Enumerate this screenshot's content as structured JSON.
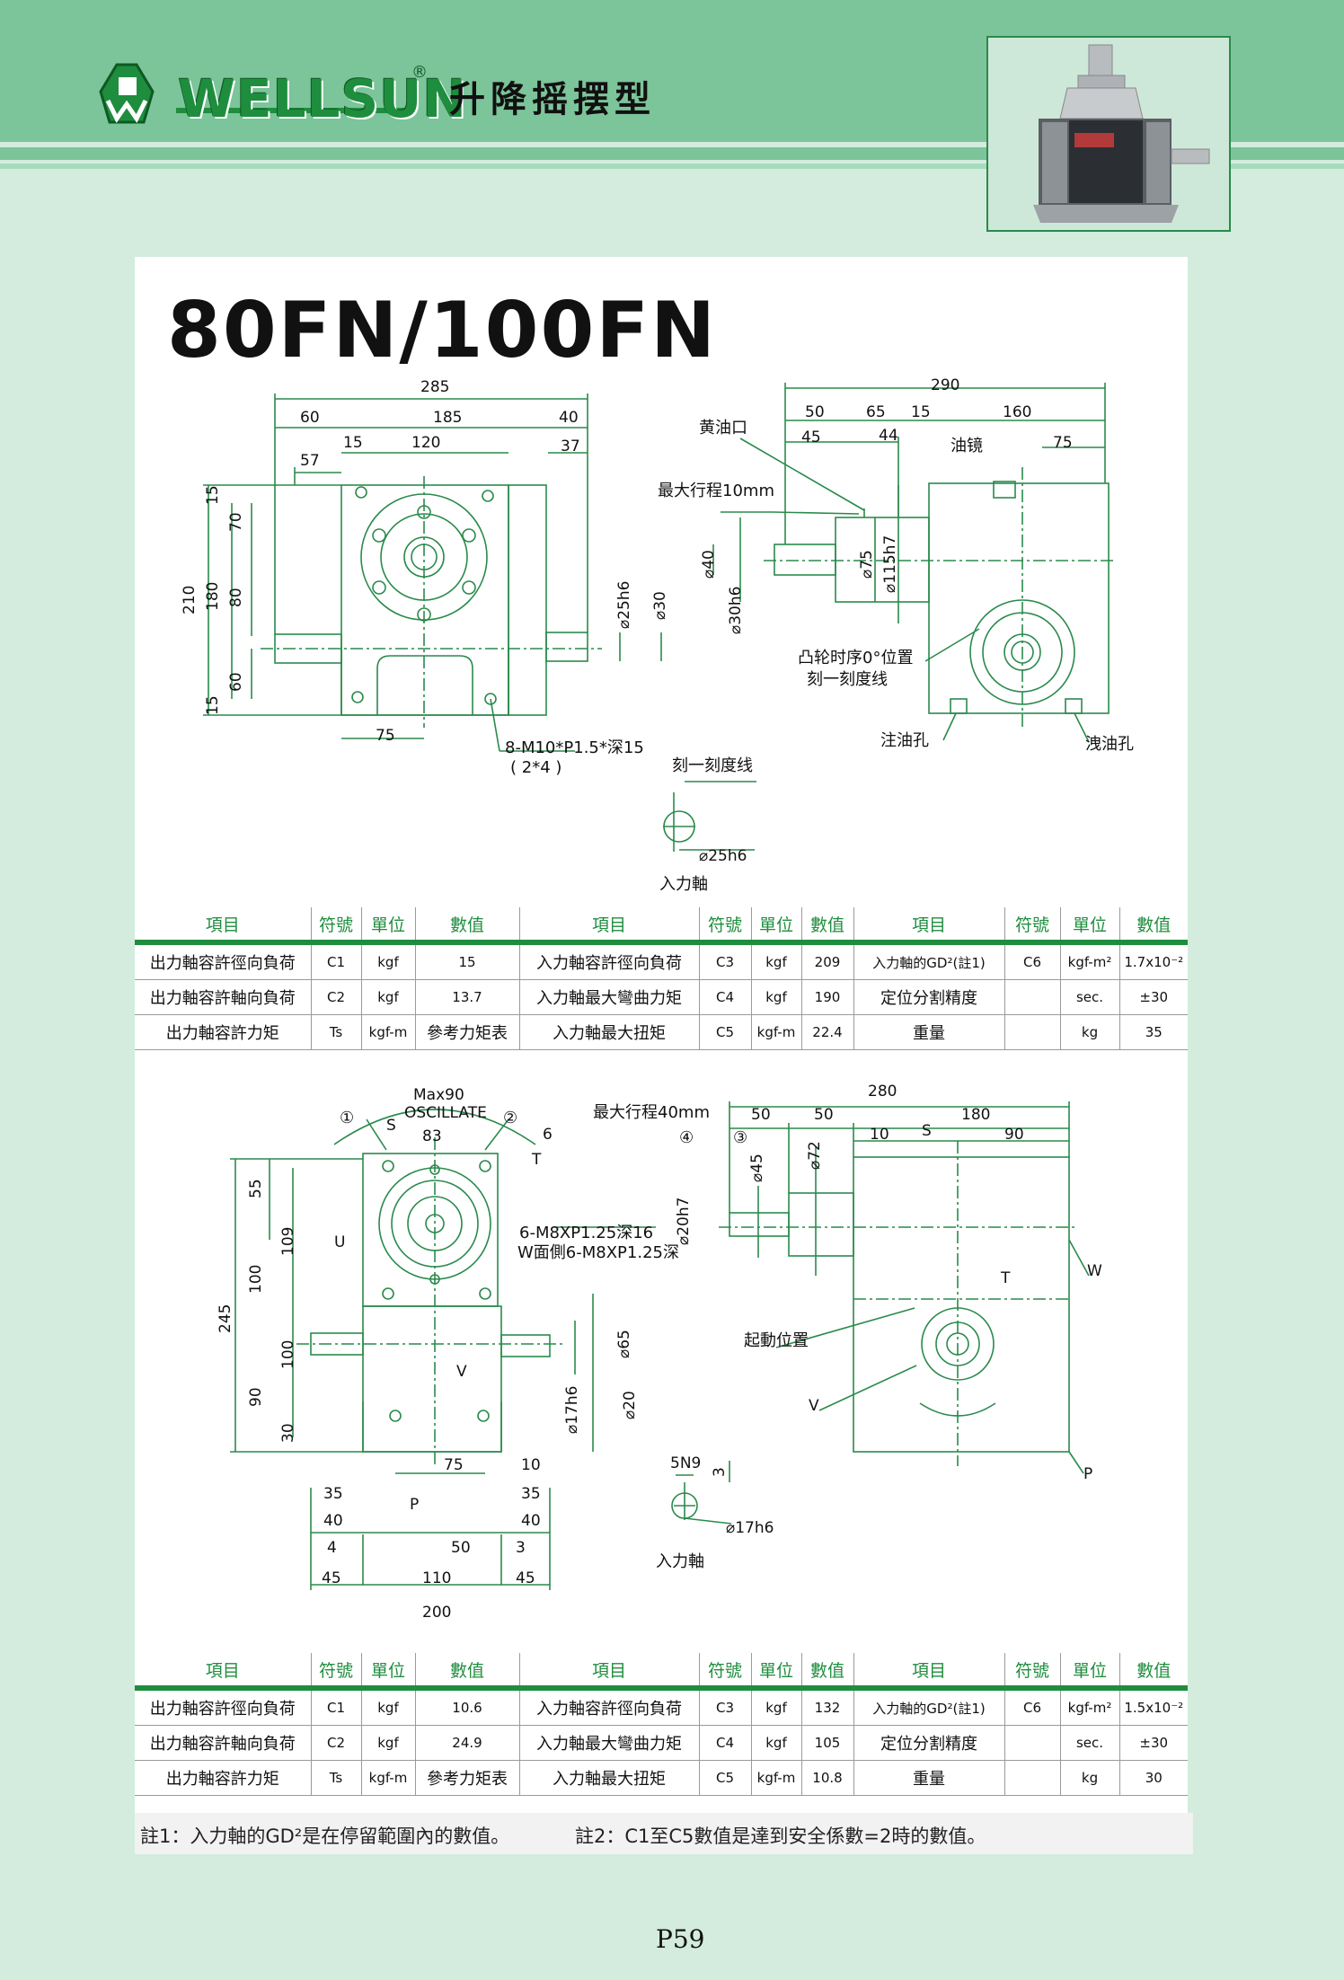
{
  "header": {
    "brand": "WELLSUN",
    "registered": "®",
    "product_type": "升降摇摆型"
  },
  "model_title": "80FN/100FN",
  "drawing1": {
    "top_dims": [
      "285",
      "60",
      "185",
      "40",
      "15",
      "120",
      "57",
      "37"
    ],
    "left_dims": [
      "15",
      "70",
      "210",
      "180",
      "80",
      "60",
      "15"
    ],
    "bottom_dim": "75",
    "shaft_dims": [
      "⌀25h6",
      "⌀30"
    ],
    "holes_note": "8-M10*P1.5*深15",
    "holes_note2": "( 2*4 )"
  },
  "drawing2": {
    "top_dims": [
      "290",
      "50",
      "65",
      "15",
      "160",
      "45",
      "44",
      "75"
    ],
    "labels": {
      "grease_port": "黄油口",
      "oil_glass": "油镜",
      "max_stroke": "最大行程10mm",
      "cam_zero": "凸轮时序0°位置",
      "scale_line": "刻一刻度线",
      "oil_in": "注油孔",
      "oil_out": "洩油孔"
    },
    "vertical_dims": [
      "⌀40",
      "⌀30h6",
      "⌀75",
      "⌀115h7"
    ]
  },
  "input_shaft1": {
    "scale_line": "刻一刻度线",
    "dia": "⌀25h6",
    "label": "入力軸"
  },
  "table1": {
    "headers": [
      "項目",
      "符號",
      "單位",
      "數值",
      "項目",
      "符號",
      "單位",
      "數值",
      "項目",
      "符號",
      "單位",
      "數值"
    ],
    "rows": [
      [
        "出力軸容許徑向負荷",
        "C1",
        "kgf",
        "15",
        "入力軸容許徑向負荷",
        "C3",
        "kgf",
        "209",
        "入力軸的GD²(註1)",
        "C6",
        "kgf-m²",
        "1.7x10⁻²"
      ],
      [
        "出力軸容許軸向負荷",
        "C2",
        "kgf",
        "13.7",
        "入力軸最大彎曲力矩",
        "C4",
        "kgf",
        "190",
        "定位分割精度",
        "",
        "sec.",
        "±30"
      ],
      [
        "出力軸容許力矩",
        "Ts",
        "kgf-m",
        "參考力矩表",
        "入力軸最大扭矩",
        "C5",
        "kgf-m",
        "22.4",
        "重量",
        "",
        "kg",
        "35"
      ]
    ]
  },
  "drawing3": {
    "oscillate": [
      "Max90",
      "OSCILLATE"
    ],
    "markers": [
      "①",
      "②",
      "S",
      "T",
      "U",
      "V",
      "P",
      "6"
    ],
    "dims_top": [
      "83"
    ],
    "left_dims": [
      "245",
      "55",
      "109",
      "100",
      "100",
      "90",
      "30"
    ],
    "holes_note": "6-M8XP1.25深16",
    "holes_note2": "W面側6-M8XP1.25深",
    "shaft_dims": [
      "⌀65",
      "⌀17h6",
      "⌀20"
    ],
    "bottom_dims": [
      "75",
      "10",
      "35",
      "35",
      "40",
      "40",
      "4",
      "50",
      "3",
      "45",
      "110",
      "45",
      "200"
    ]
  },
  "drawing4": {
    "top_dims": [
      "280",
      "50",
      "50",
      "180",
      "10",
      "90"
    ],
    "max_stroke": "最大行程40mm",
    "markers": [
      "④",
      "③",
      "S",
      "T",
      "W",
      "V",
      "P"
    ],
    "vertical_dims": [
      "⌀20h7",
      "⌀45",
      "⌀72"
    ],
    "start_pos": "起動位置"
  },
  "input_shaft2": {
    "key": "5N9",
    "depth": "3",
    "dia": "⌀17h6",
    "label": "入力軸"
  },
  "table2": {
    "headers": [
      "項目",
      "符號",
      "單位",
      "數值",
      "項目",
      "符號",
      "單位",
      "數值",
      "項目",
      "符號",
      "單位",
      "數值"
    ],
    "rows": [
      [
        "出力軸容許徑向負荷",
        "C1",
        "kgf",
        "10.6",
        "入力軸容許徑向負荷",
        "C3",
        "kgf",
        "132",
        "入力軸的GD²(註1)",
        "C6",
        "kgf-m²",
        "1.5x10⁻²"
      ],
      [
        "出力軸容許軸向負荷",
        "C2",
        "kgf",
        "24.9",
        "入力軸最大彎曲力矩",
        "C4",
        "kgf",
        "105",
        "定位分割精度",
        "",
        "sec.",
        "±30"
      ],
      [
        "出力軸容許力矩",
        "Ts",
        "kgf-m",
        "參考力矩表",
        "入力軸最大扭矩",
        "C5",
        "kgf-m",
        "10.8",
        "重量",
        "",
        "kg",
        "30"
      ]
    ]
  },
  "notes": {
    "note1": "註1：入力軸的GD²是在停留範圍內的數值。",
    "note2": "註2：C1至C5數值是達到安全係數=2時的數值。"
  },
  "page_number": "P59",
  "colors": {
    "brand_green": "#1f8d3e",
    "header_band": "#7cc49a",
    "drawing_line": "#2a8a4c",
    "page_bg": "#d3ecdd"
  }
}
